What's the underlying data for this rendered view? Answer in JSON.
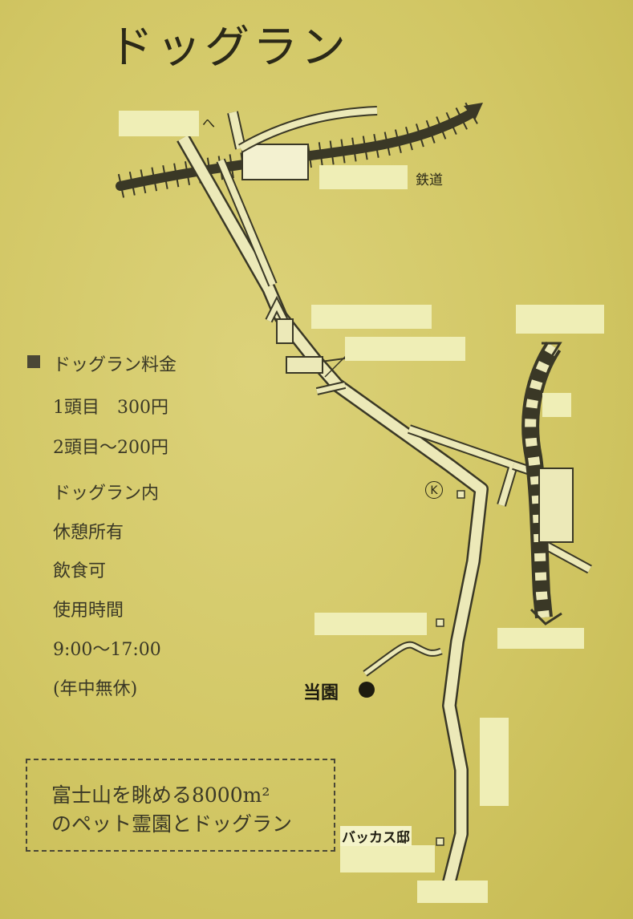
{
  "title": "ドッグラン",
  "fee": {
    "heading": "ドッグラン料金",
    "lines": [
      "1頭目　300円",
      "2頭目～200円",
      "ドッグラン内",
      "休憩所有",
      "飲食可",
      "使用時間",
      "9:00～17:00",
      "(年中無休)"
    ]
  },
  "promo": {
    "line1": "富士山を眺める8000m²",
    "line2": "のペット霊園とドッグラン"
  },
  "map_labels": {
    "railway": "鉄道",
    "current_location": "当園",
    "bakkasu": "バッカス邸",
    "convenience_store_mark": "K",
    "arrow_mark": "へ"
  },
  "colors": {
    "background": "#d6cc6e",
    "road_fill": "#ece9b8",
    "rail": "#3a3826",
    "redaction": "#efeeb6"
  }
}
